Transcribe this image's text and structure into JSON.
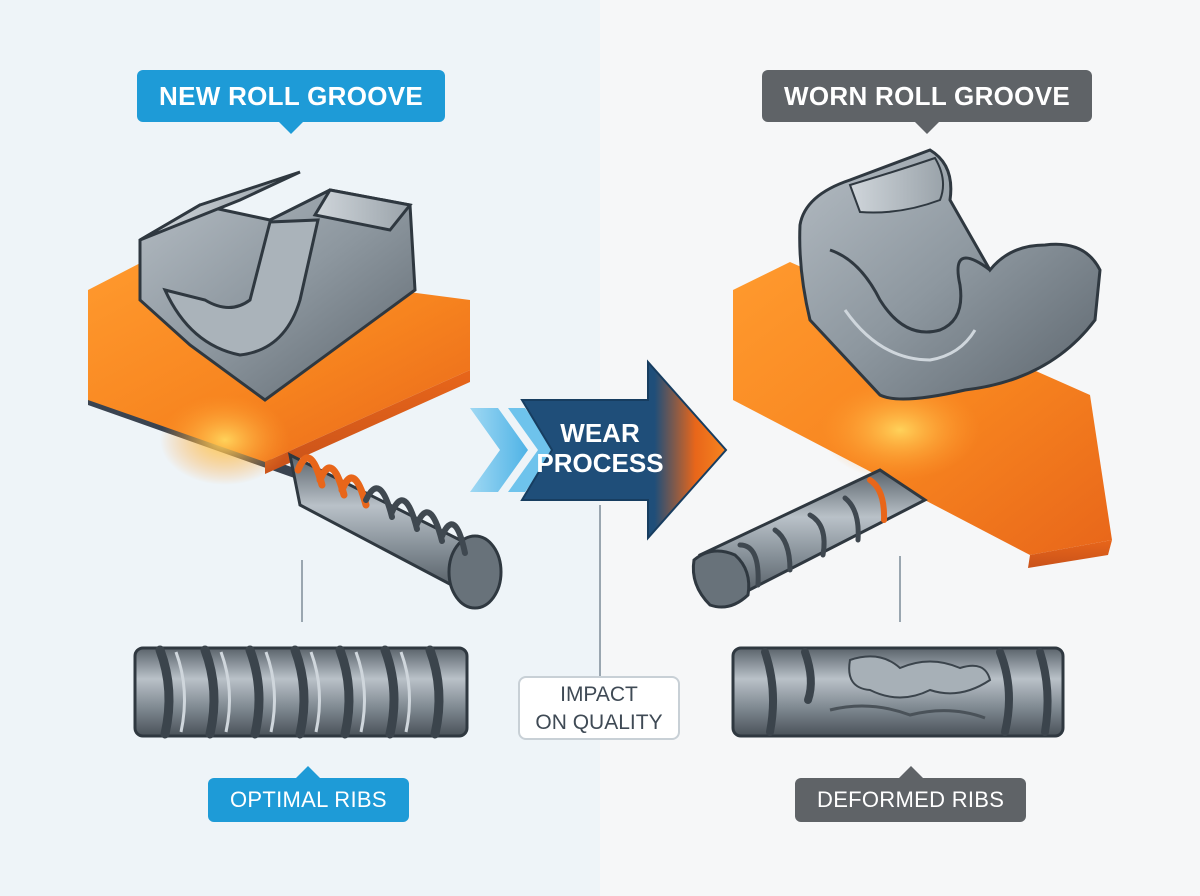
{
  "labels": {
    "new_groove": "NEW ROLL GROOVE",
    "worn_groove": "WORN ROLL GROOVE",
    "wear_line1": "WEAR",
    "wear_line2": "PROCESS",
    "impact_line1": "IMPACT",
    "impact_line2": "ON QUALITY",
    "optimal_ribs": "OPTIMAL RIBS",
    "deformed_ribs": "DEFORMED RIBS"
  },
  "colors": {
    "new_accent": "#1e9bd7",
    "worn_accent": "#5f6367",
    "hot_steel": "#f7841f",
    "roll_steel": "#8a949c",
    "arrow_dark": "#1f4e79"
  }
}
